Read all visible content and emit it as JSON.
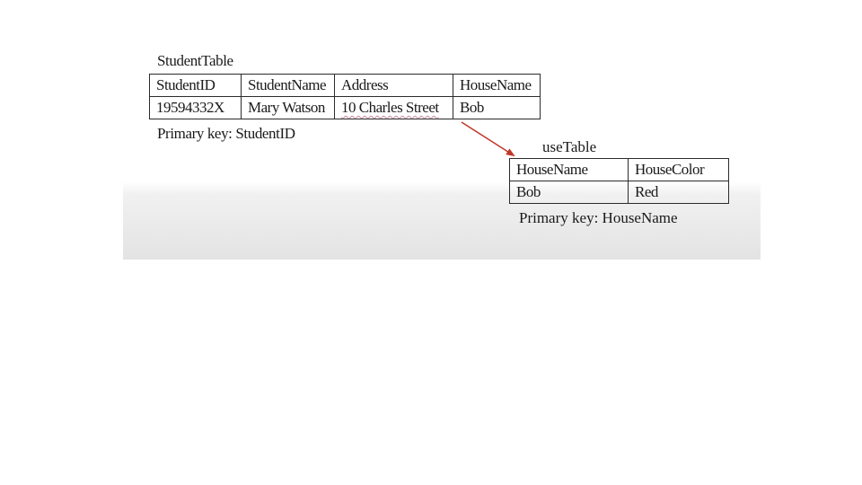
{
  "student_table": {
    "title": "StudentTable",
    "headers": [
      "StudentID",
      "StudentName",
      "Address",
      "HouseName"
    ],
    "rows": [
      [
        "19594332X",
        "Mary Watson",
        "10 Charles Street",
        "Bob"
      ]
    ],
    "primary_key": "Primary key: StudentID"
  },
  "house_table": {
    "title": "useTable",
    "headers": [
      "HouseName",
      "HouseColor"
    ],
    "rows": [
      [
        "Bob",
        "Red"
      ]
    ],
    "primary_key": "Primary key: HouseName"
  },
  "colors": {
    "arrow": "#c0392b",
    "border": "#2b2b2b"
  }
}
